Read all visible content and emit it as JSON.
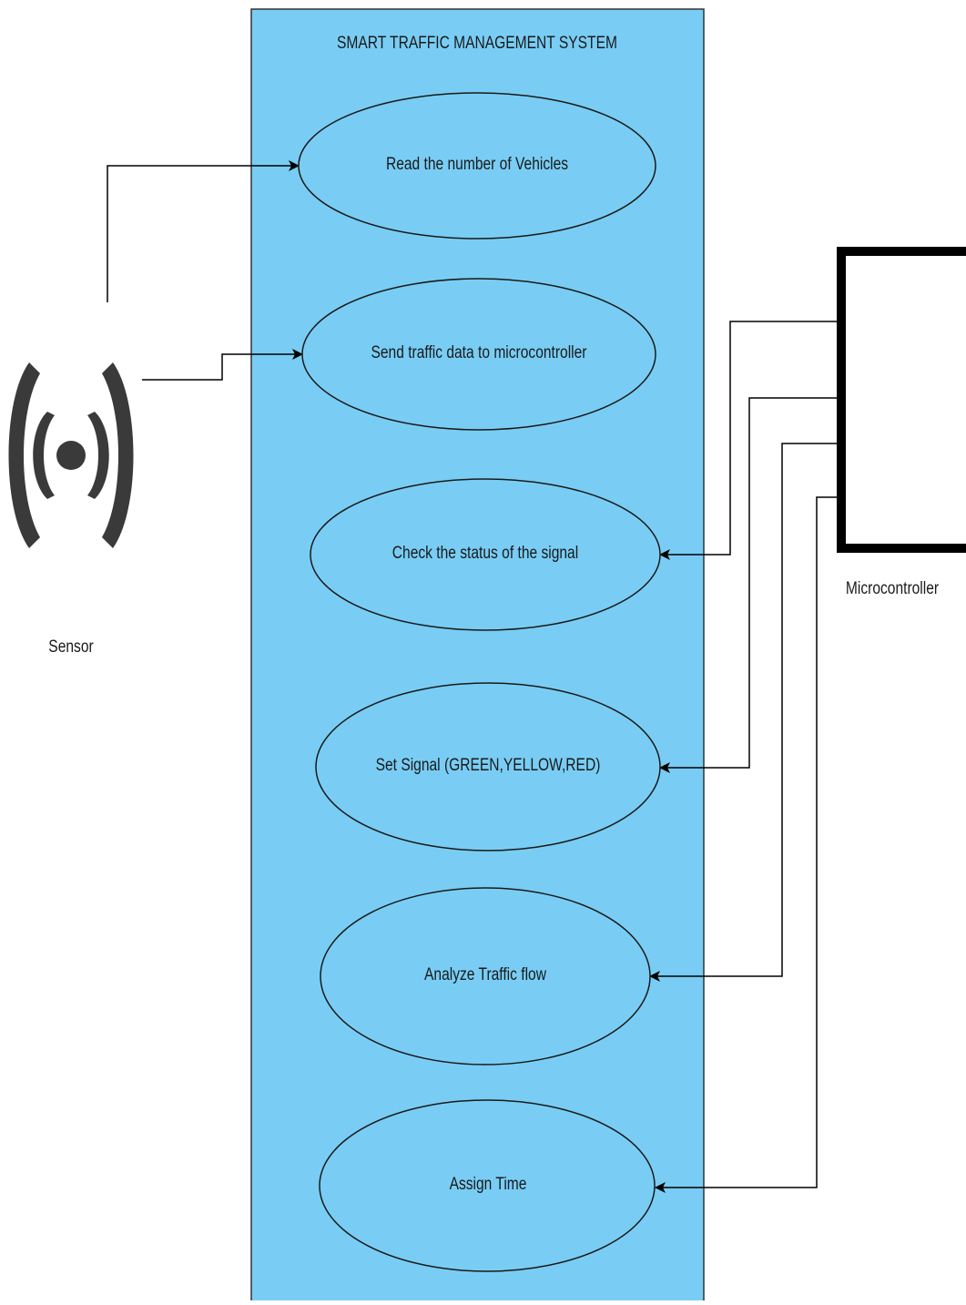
{
  "system": {
    "title": "SMART TRAFFIC MANAGEMENT SYSTEM",
    "fill_color": "#79cdf4"
  },
  "use_cases": [
    {
      "label": "Read the number of Vehicles"
    },
    {
      "label": "Send traffic data to microcontroller"
    },
    {
      "label": "Check the status of the signal"
    },
    {
      "label": "Set Signal (GREEN,YELLOW,RED)"
    },
    {
      "label": "Analyze Traffic flow"
    },
    {
      "label": "Assign Time"
    }
  ],
  "actors": {
    "sensor": {
      "label": "Sensor",
      "icon": "wireless-sensor-icon"
    },
    "microcontroller": {
      "label": "Microcontroller",
      "icon": "microcontroller-box-icon"
    }
  },
  "connections": [
    {
      "from": "sensor",
      "to": "Read the number of Vehicles"
    },
    {
      "from": "sensor",
      "to": "Send traffic data to microcontroller"
    },
    {
      "from": "microcontroller",
      "to": "Check the status of the signal"
    },
    {
      "from": "microcontroller",
      "to": "Set Signal (GREEN,YELLOW,RED)"
    },
    {
      "from": "microcontroller",
      "to": "Analyze Traffic flow"
    },
    {
      "from": "microcontroller",
      "to": "Assign Time"
    }
  ]
}
